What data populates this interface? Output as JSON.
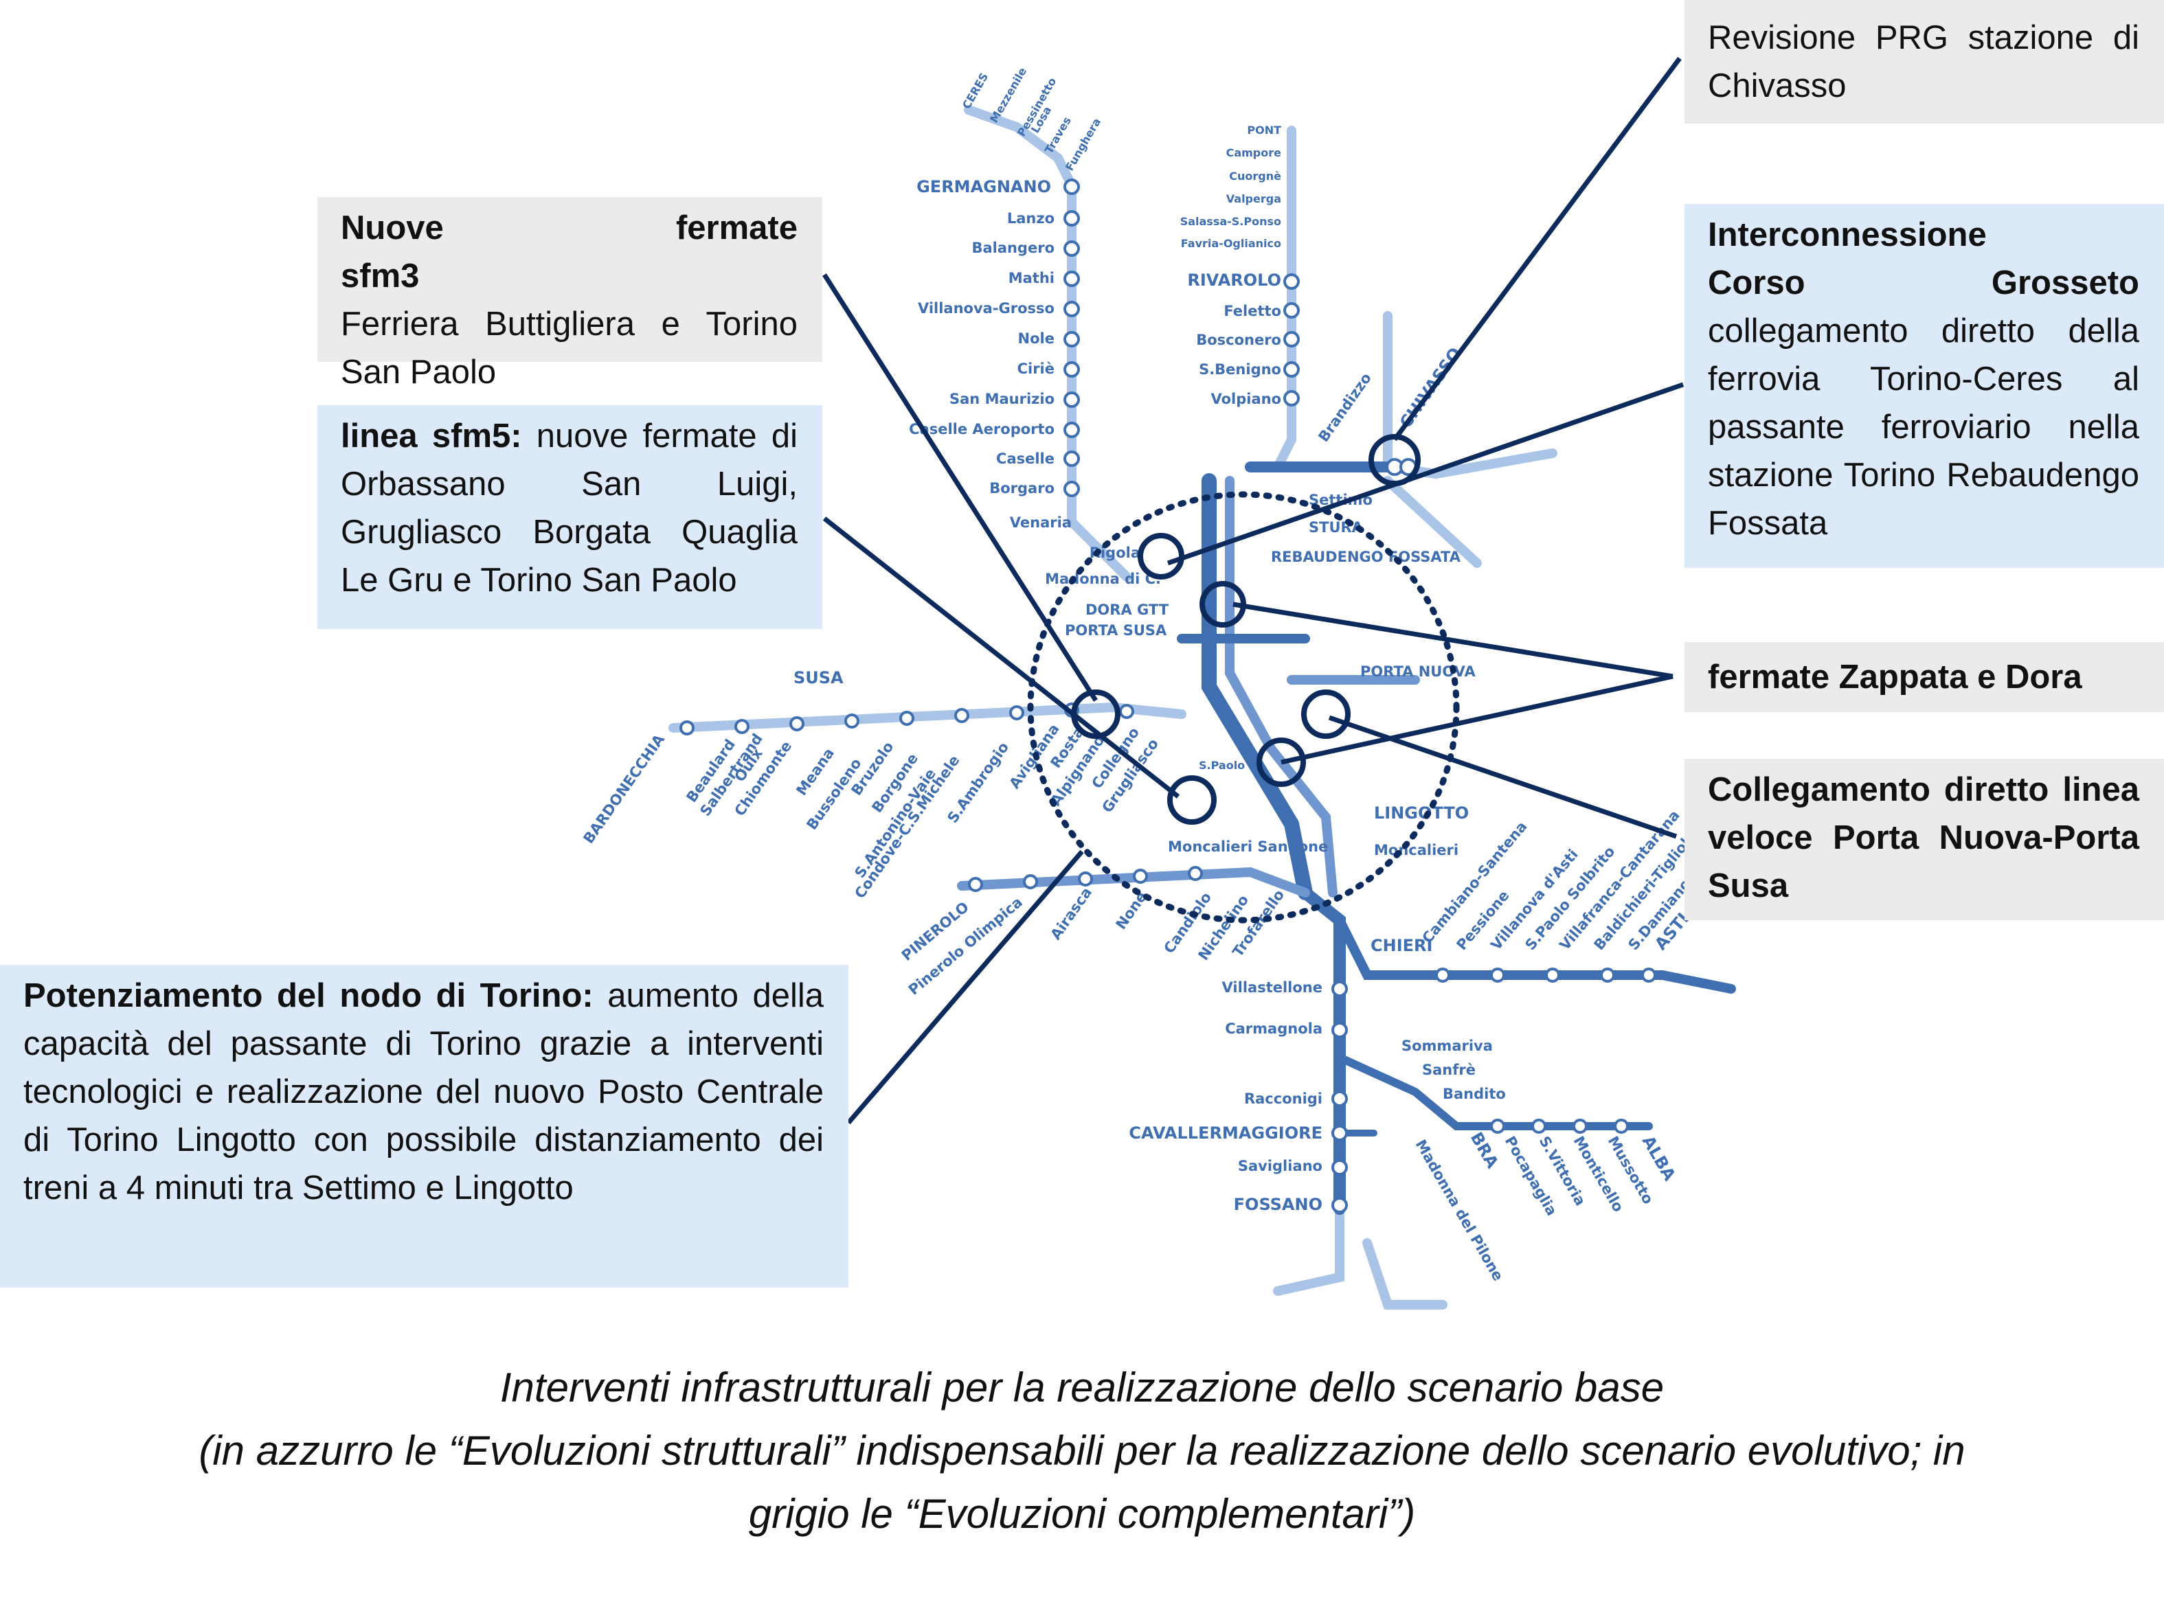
{
  "map": {
    "north_branch_stations": [
      "GERMAGNANO",
      "Lanzo",
      "Balangero",
      "Mathi",
      "Villanova-Grosso",
      "Nole",
      "Ciriè",
      "San Maurizio",
      "Caselle Aeroporto",
      "Caselle",
      "Borgaro",
      "Venaria",
      "Rigola",
      "Madonna di C."
    ],
    "ceres_stations": [
      "CERES",
      "Mezzenile",
      "Pessinetto",
      "Losa",
      "Traves",
      "Funghera"
    ],
    "pont_stations": [
      "PONT",
      "Campore",
      "Cuorgnè",
      "Valperga",
      "Salassa-S.Ponso",
      "Favria-Oglianico",
      "RIVAROLO",
      "Feletto",
      "Bosconero",
      "S.Benigno",
      "Volpiano"
    ],
    "central_stations": [
      "Settimo",
      "STURA",
      "REBAUDENGO FOSSATA",
      "DORA GTT",
      "PORTA SUSA",
      "PORTA NUOVA",
      "LINGOTTO",
      "Moncalieri",
      "Moncalieri Sangone",
      "S.Paolo"
    ],
    "east_stations": [
      "Brandizzo",
      "CHIVASSO"
    ],
    "west_stations": [
      "SUSA",
      "BARDONECCHIA",
      "Beaulard",
      "Oulx",
      "Salbertrand",
      "Chiomonte",
      "Meana",
      "Bussoleno",
      "Bruzolo",
      "Borgone",
      "S.Antonino-Vaie",
      "Condove-C.S.Michele",
      "S.Ambrogio",
      "Avigliana",
      "Rosta",
      "Alpignano",
      "Collegno",
      "Grugliasco"
    ],
    "pinerolo_stations": [
      "PINEROLO",
      "Pinerolo Olimpica",
      "Airasca",
      "None",
      "Candiolo",
      "Nichelino",
      "Trofarello"
    ],
    "south_stations": [
      "Villastellone",
      "Carmagnola",
      "Racconigi",
      "CAVALLERMAGGIORE",
      "Savigliano",
      "FOSSANO"
    ],
    "alba_stations": [
      "Sommariva",
      "Sanfrè",
      "Bandito",
      "BRA",
      "Madonna del Pilone",
      "Pocapaglia",
      "S.Vittoria",
      "Monticello",
      "Mussotto",
      "ALBA"
    ],
    "asti_stations": [
      "CHIERI",
      "Cambiano-Santena",
      "Pessione",
      "Villanova d'Asti",
      "S.Paolo Solbrito",
      "Villafranca-Cantarana",
      "Baldichieri-Tigliole",
      "S.Damiano d'Asti",
      "ASTI"
    ],
    "colors": {
      "line": "#3f6fb0",
      "line_light": "#a9c4e6",
      "callout_line": "#0d2a5c",
      "box_blue": "#dbe9f9",
      "box_grey": "#ebebeb"
    }
  },
  "callouts": {
    "sfm3": {
      "title": "Nuove fermate sfm3",
      "text": "Ferriera Buttigliera e Torino San Paolo"
    },
    "sfm5": {
      "title": "linea sfm5:",
      "text": " nuove fermate di Orbassano San Luigi, Grugliasco Borgata Quaglia Le Gru e Torino San Paolo"
    },
    "nodo": {
      "title": "Potenziamento del nodo di Torino:",
      "text": " aumento della capacità del passante di Torino grazie a interventi tecnologici e realizzazione del nuovo Posto Centrale di Torino Lingotto con possibile distanziamento dei treni a 4 minuti tra Settimo e Lingotto"
    },
    "chivasso": {
      "text": "Revisione PRG stazione di Chivasso"
    },
    "grosseto": {
      "title": "Interconnessione Corso Grosseto",
      "text": " collegamento diretto della ferrovia Torino-Ceres al passante ferroviario nella stazione Torino Rebaudengo Fossata"
    },
    "zappata": {
      "title": "fermate Zappata e Dora"
    },
    "collegamento": {
      "title": "Collegamento diretto linea veloce Porta Nuova-Porta Susa"
    }
  },
  "caption": {
    "line1": "Interventi infrastrutturali per la realizzazione dello scenario base",
    "line2": "(in azzurro le “Evoluzioni strutturali” indispensabili per la realizzazione dello scenario evolutivo; in",
    "line3": "grigio le “Evoluzioni complementari”)"
  }
}
